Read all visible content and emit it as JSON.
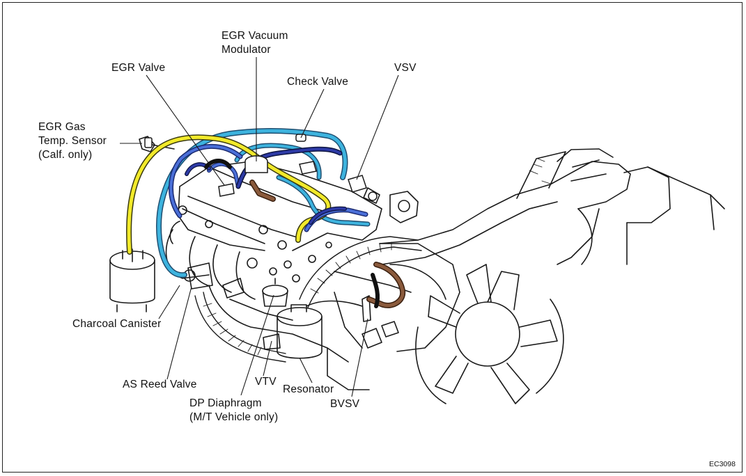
{
  "diagram": {
    "labels": {
      "egr_vacuum_modulator": "EGR Vacuum\nModulator",
      "egr_valve": "EGR Valve",
      "check_valve": "Check Valve",
      "vsv": "VSV",
      "egr_gas_temp_sensor": "EGR Gas\nTemp. Sensor\n(Calf. only)",
      "charcoal_canister": "Charcoal Canister",
      "as_reed_valve": "AS Reed Valve",
      "vtv": "VTV",
      "resonator": "Resonator",
      "dp_diaphragm": "DP Diaphragm\n(M/T Vehicle only)",
      "bvsv": "BVSV"
    },
    "figure_code": "EC3098",
    "hose_colors": {
      "light_blue": "#3db3de",
      "yellow": "#f2ea2a",
      "blue": "#4a6fd8",
      "dark_blue": "#2d3aa6",
      "brown": "#8a5a3c"
    }
  }
}
